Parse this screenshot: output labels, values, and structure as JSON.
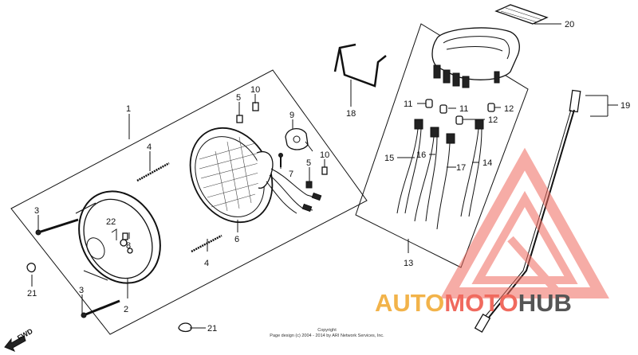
{
  "callouts": {
    "n1": "1",
    "n2": "2",
    "n3a": "3",
    "n3b": "3",
    "n4a": "4",
    "n4b": "4",
    "n5a": "5",
    "n5b": "5",
    "n6": "6",
    "n7": "7",
    "n8": "8",
    "n9": "9",
    "n10a": "10",
    "n10b": "10",
    "n11a": "11",
    "n11b": "11",
    "n12a": "12",
    "n12b": "12",
    "n13": "13",
    "n14": "14",
    "n15": "15",
    "n16": "16",
    "n17": "17",
    "n18": "18",
    "n19": "19",
    "n20": "20",
    "n21a": "21",
    "n21b": "21",
    "n22": "22"
  },
  "fwd_label": "FWD",
  "copyright": {
    "line1": "Copyright",
    "line2": "Page design (c) 2004 - 2014 by ARI Network Services, Inc."
  },
  "watermark": {
    "part1": "AUTO",
    "part2": "MOTO",
    "part3": "HUB",
    "colors": {
      "auto": "#f2b34a",
      "moto": "#f06a5e",
      "hub": "#555555",
      "triangle": "#f06a5e"
    }
  }
}
